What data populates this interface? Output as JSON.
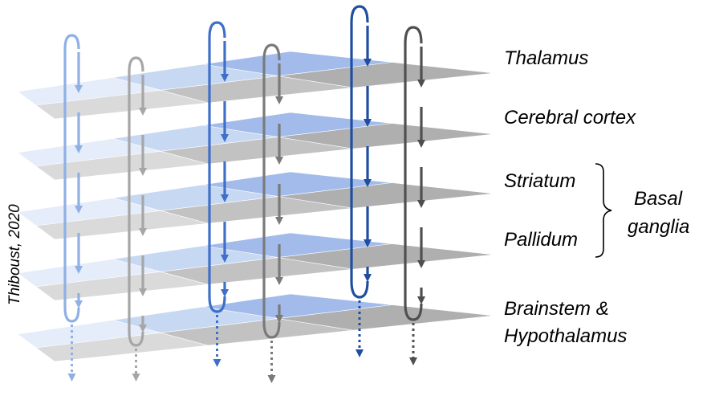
{
  "labels": {
    "thalamus": "Thalamus",
    "cerebral_cortex": "Cerebral cortex",
    "striatum": "Striatum",
    "pallidum": "Pallidum",
    "basal_line1": "Basal",
    "basal_line2": "ganglia",
    "brainstem_line1": "Brainstem &",
    "brainstem_line2": "Hypothalamus"
  },
  "credit": "Thiboust, 2020",
  "colors": {
    "pale_blue": "#e3ebfa",
    "mid_blue": "#c3d5f3",
    "deep_blue": "#9bb6ea",
    "light_gray": "#d7d7d7",
    "mid_gray": "#bdbdbd",
    "dark_gray": "#a9a9a9",
    "arrow_pale_blue": "#8fb0e4",
    "arrow_mid_blue": "#3f6fc8",
    "arrow_dark_blue": "#1f4e9e",
    "arrow_light_gray": "#a6a6a6",
    "arrow_mid_gray": "#7a7a7a",
    "arrow_dark_gray": "#4f4f4f"
  }
}
